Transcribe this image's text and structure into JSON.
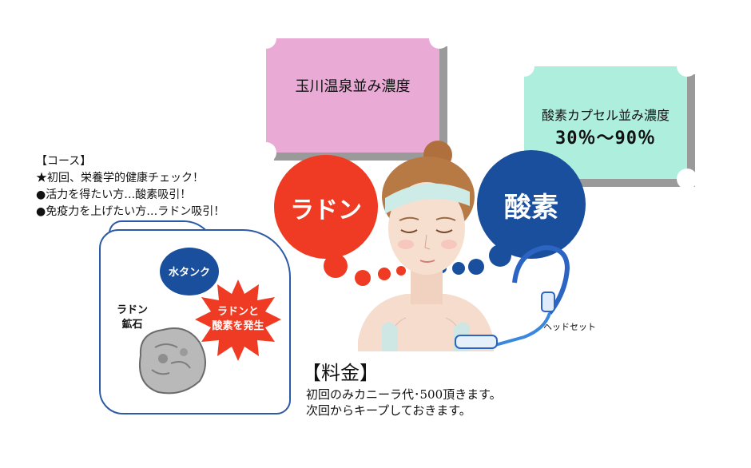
{
  "pink_box": {
    "text": "玉川温泉並み濃度",
    "color": "#e9aad6"
  },
  "mint_box": {
    "text": "酸素カプセル並み濃度",
    "range": "30％～90％",
    "color": "#aeeedd"
  },
  "course": {
    "title": "【コース】",
    "items": [
      "★初回、栄養学的健康チェック！",
      "●活力を得たい方…酸素吸引！",
      "●免疫力を上げたい方…ラドン吸引！"
    ]
  },
  "radon_circle": {
    "label": "ラドン",
    "color": "#ef3b23"
  },
  "oxygen_circle": {
    "label": "酸素",
    "color": "#1a4f9e"
  },
  "tank": {
    "water_tank_label": "水タンク",
    "ore_label_1": "ラドン",
    "ore_label_2": "鉱石",
    "burst_label_1": "ラドンと",
    "burst_label_2": "酸素を発生"
  },
  "headset_label": "ヘッドセット",
  "fee": {
    "title": "【料金】",
    "line1": "初回のみカニーラ代･500頂きます。",
    "line2": "次回からキープしておきます。"
  }
}
